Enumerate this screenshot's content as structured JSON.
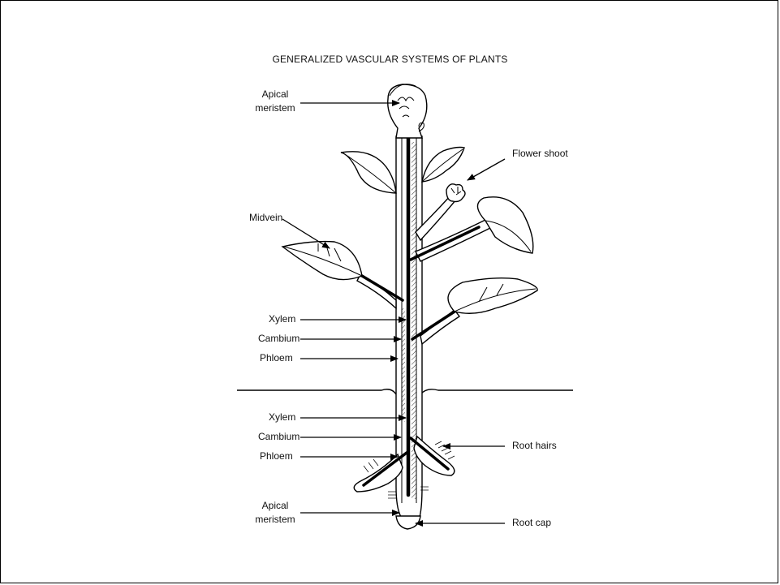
{
  "title": "GENERALIZED VASCULAR SYSTEMS OF PLANTS",
  "labels": {
    "apical_meristem_top": [
      "Apical",
      "meristem"
    ],
    "flower_shoot": "Flower shoot",
    "midvein": "Midvein",
    "xylem_stem": "Xylem",
    "cambium_stem": "Cambium",
    "phloem_stem": "Phloem",
    "xylem_root": "Xylem",
    "cambium_root": "Cambium",
    "phloem_root": "Phloem",
    "root_hairs": "Root hairs",
    "apical_meristem_root": [
      "Apical",
      "meristem"
    ],
    "root_cap": "Root cap"
  }
}
